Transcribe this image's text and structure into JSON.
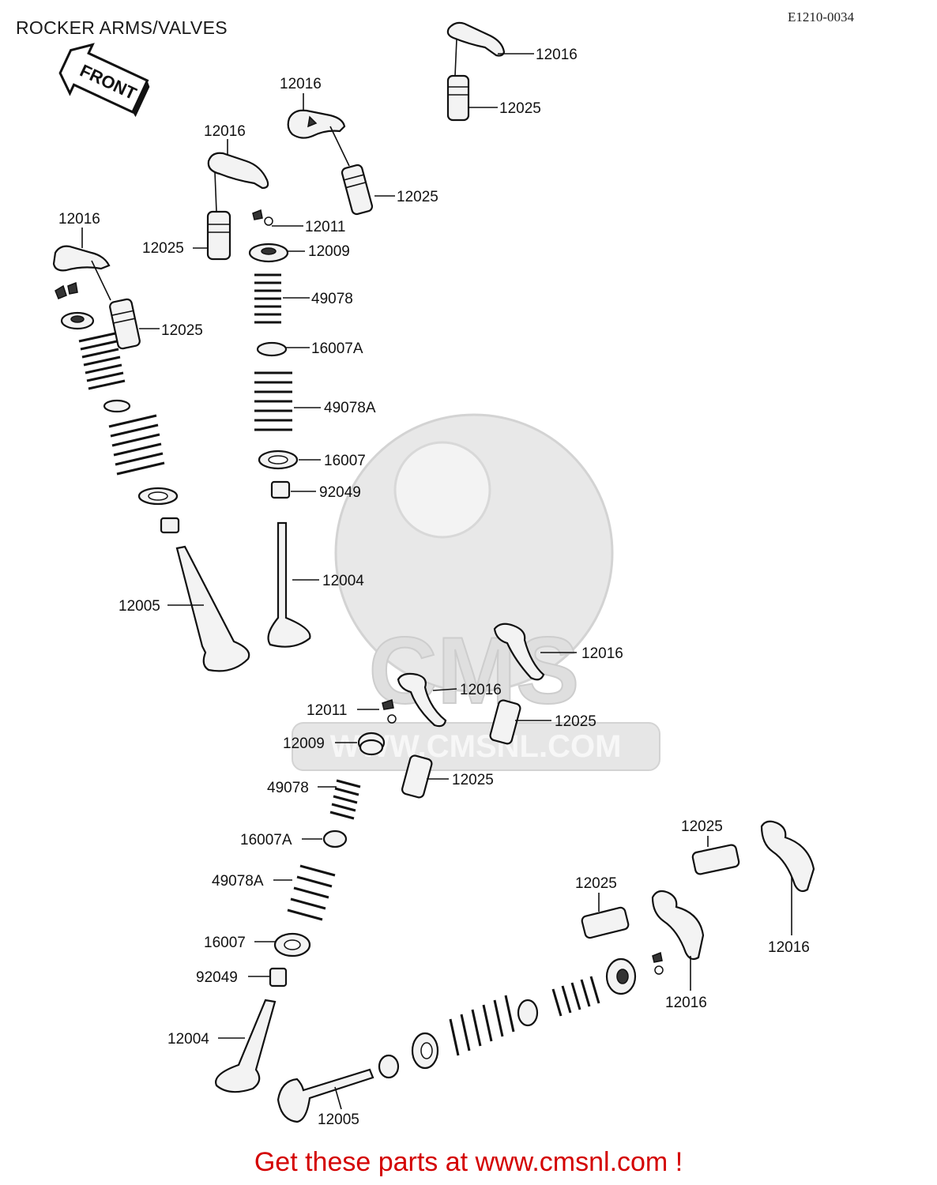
{
  "title": "ROCKER ARMS/VALVES",
  "diagram_code": "E1210-0034",
  "front_arrow_label": "FRONT",
  "watermark": {
    "brand": "CMS",
    "url": "WWW.CMSNL.COM"
  },
  "footer": "Get these parts at www.cmsnl.com !",
  "labels": {
    "l01": "12016",
    "l02": "12025",
    "l03": "12016",
    "l04": "12016",
    "l05": "12025",
    "l06": "12011",
    "l07": "12025",
    "l08": "12009",
    "l09": "12016",
    "l10": "49078",
    "l11": "12025",
    "l12": "16007A",
    "l13": "49078A",
    "l14": "16007",
    "l15": "92049",
    "l16": "12004",
    "l17": "12005",
    "l18": "12016",
    "l19": "12016",
    "l20": "12011",
    "l21": "12025",
    "l22": "12009",
    "l23": "12025",
    "l24": "49078",
    "l25": "16007A",
    "l26": "12025",
    "l27": "49078A",
    "l28": "12025",
    "l29": "12016",
    "l30": "16007",
    "l31": "92049",
    "l32": "12016",
    "l33": "12004",
    "l34": "12005"
  }
}
